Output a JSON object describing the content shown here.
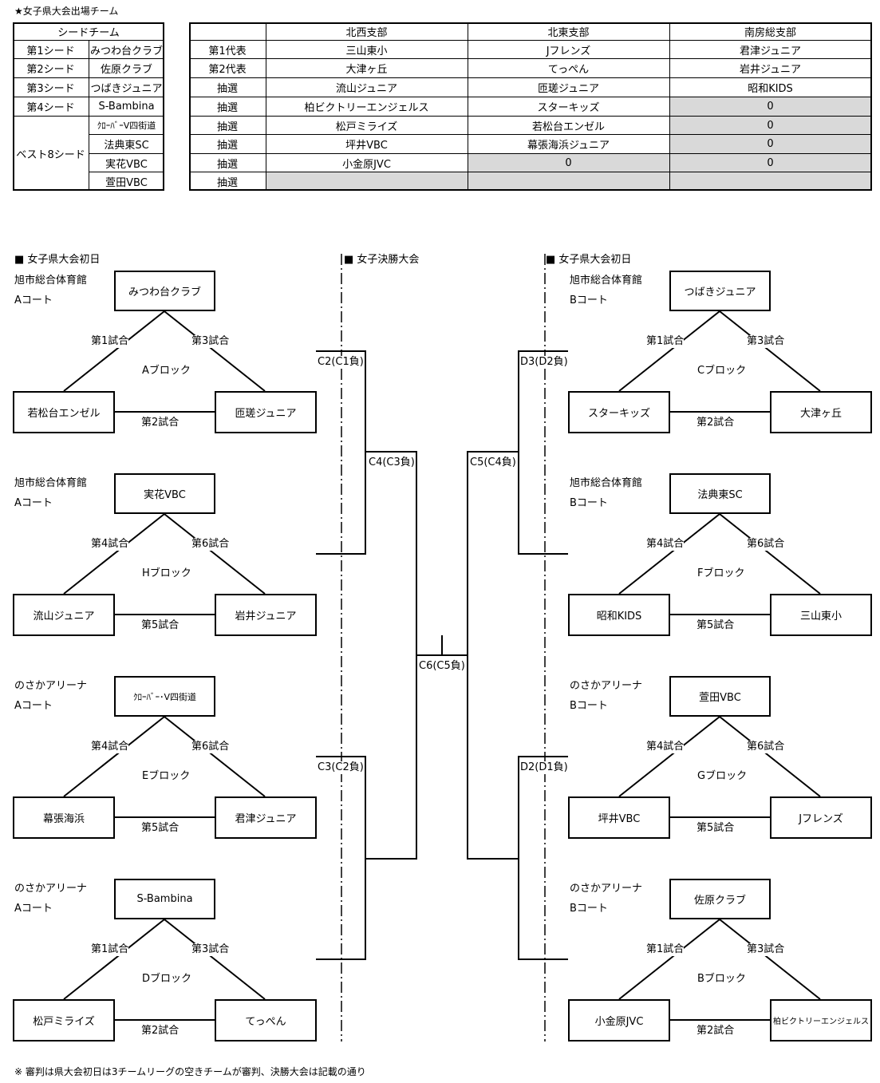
{
  "page_title": "★女子県大会出場チーム",
  "seed_table": {
    "header": "シードチーム",
    "rows": [
      {
        "rank": "第1シード",
        "team": "みつわ台クラブ"
      },
      {
        "rank": "第2シード",
        "team": "佐原クラブ"
      },
      {
        "rank": "第3シード",
        "team": "つばきジュニア"
      },
      {
        "rank": "第4シード",
        "team": "S-Bambina"
      }
    ],
    "best8_label": "ベスト8シード",
    "best8_teams": [
      "ｸﾛｰﾊﾞｰV四街道",
      "法典東SC",
      "実花VBC",
      "萱田VBC"
    ]
  },
  "branch_table": {
    "headers": [
      "北西支部",
      "北東支部",
      "南房総支部"
    ],
    "rows": [
      {
        "label": "第1代表",
        "cells": [
          "三山東小",
          "Jフレンズ",
          "君津ジュニア"
        ]
      },
      {
        "label": "第2代表",
        "cells": [
          "大津ヶ丘",
          "てっぺん",
          "岩井ジュニア"
        ]
      },
      {
        "label": "抽選",
        "cells": [
          "流山ジュニア",
          "匝瑳ジュニア",
          "昭和KIDS"
        ]
      },
      {
        "label": "抽選",
        "cells": [
          "柏ビクトリーエンジェルス",
          "スターキッズ",
          "0"
        ]
      },
      {
        "label": "抽選",
        "cells": [
          "松戸ミライズ",
          "若松台エンゼル",
          "0"
        ]
      },
      {
        "label": "抽選",
        "cells": [
          "坪井VBC",
          "幕張海浜ジュニア",
          "0"
        ]
      },
      {
        "label": "抽選",
        "cells": [
          "小金原JVC",
          "0",
          "0"
        ]
      },
      {
        "label": "抽選",
        "cells": [
          "",
          "",
          ""
        ]
      }
    ]
  },
  "sections": {
    "left_title": "■ 女子県大会初日",
    "center_title": "■ 女子決勝大会",
    "right_title": "■ 女子県大会初日"
  },
  "blocks": [
    {
      "venue": "旭市総合体育館",
      "court": "Aコート",
      "top": "みつわ台クラブ",
      "left": "若松台エンゼル",
      "right": "匝瑳ジュニア",
      "block": "Aブロック",
      "g1": "第1試合",
      "g2": "第2試合",
      "g3": "第3試合"
    },
    {
      "venue": "旭市総合体育館",
      "court": "Aコート",
      "top": "実花VBC",
      "left": "流山ジュニア",
      "right": "岩井ジュニア",
      "block": "Hブロック",
      "g1": "第4試合",
      "g2": "第5試合",
      "g3": "第6試合"
    },
    {
      "venue": "のさかアリーナ",
      "court": "Aコート",
      "top": "ｸﾛｰﾊﾞｰ･V四街道",
      "left": "幕張海浜",
      "right": "君津ジュニア",
      "block": "Eブロック",
      "g1": "第4試合",
      "g2": "第5試合",
      "g3": "第6試合"
    },
    {
      "venue": "のさかアリーナ",
      "court": "Aコート",
      "top": "S-Bambina",
      "left": "松戸ミライズ",
      "right": "てっぺん",
      "block": "Dブロック",
      "g1": "第1試合",
      "g2": "第2試合",
      "g3": "第3試合"
    },
    {
      "venue": "旭市総合体育館",
      "court": "Bコート",
      "top": "つばきジュニア",
      "left": "スターキッズ",
      "right": "大津ヶ丘",
      "block": "Cブロック",
      "g1": "第1試合",
      "g2": "第2試合",
      "g3": "第3試合"
    },
    {
      "venue": "旭市総合体育館",
      "court": "Bコート",
      "top": "法典東SC",
      "left": "昭和KIDS",
      "right": "三山東小",
      "block": "Fブロック",
      "g1": "第4試合",
      "g2": "第5試合",
      "g3": "第6試合"
    },
    {
      "venue": "のさかアリーナ",
      "court": "Bコート",
      "top": "萱田VBC",
      "left": "坪井VBC",
      "right": "Jフレンズ",
      "block": "Gブロック",
      "g1": "第4試合",
      "g2": "第5試合",
      "g3": "第6試合"
    },
    {
      "venue": "のさかアリーナ",
      "court": "Bコート",
      "top": "佐原クラブ",
      "left": "小金原JVC",
      "right": "柏ビクトリーエンジェルス",
      "block": "Bブロック",
      "g1": "第1試合",
      "g2": "第2試合",
      "g3": "第3試合"
    }
  ],
  "finals": {
    "c2": "C2(C1負)",
    "c3": "C3(C2負)",
    "c4": "C4(C3負)",
    "c5": "C5(C4負)",
    "c6": "C6(C5負)",
    "d3": "D3(D2負)",
    "d2": "D2(D1負)"
  },
  "footnote": "※ 審判は県大会初日は3チームリーグの空きチームが審判、決勝大会は記載の通り"
}
